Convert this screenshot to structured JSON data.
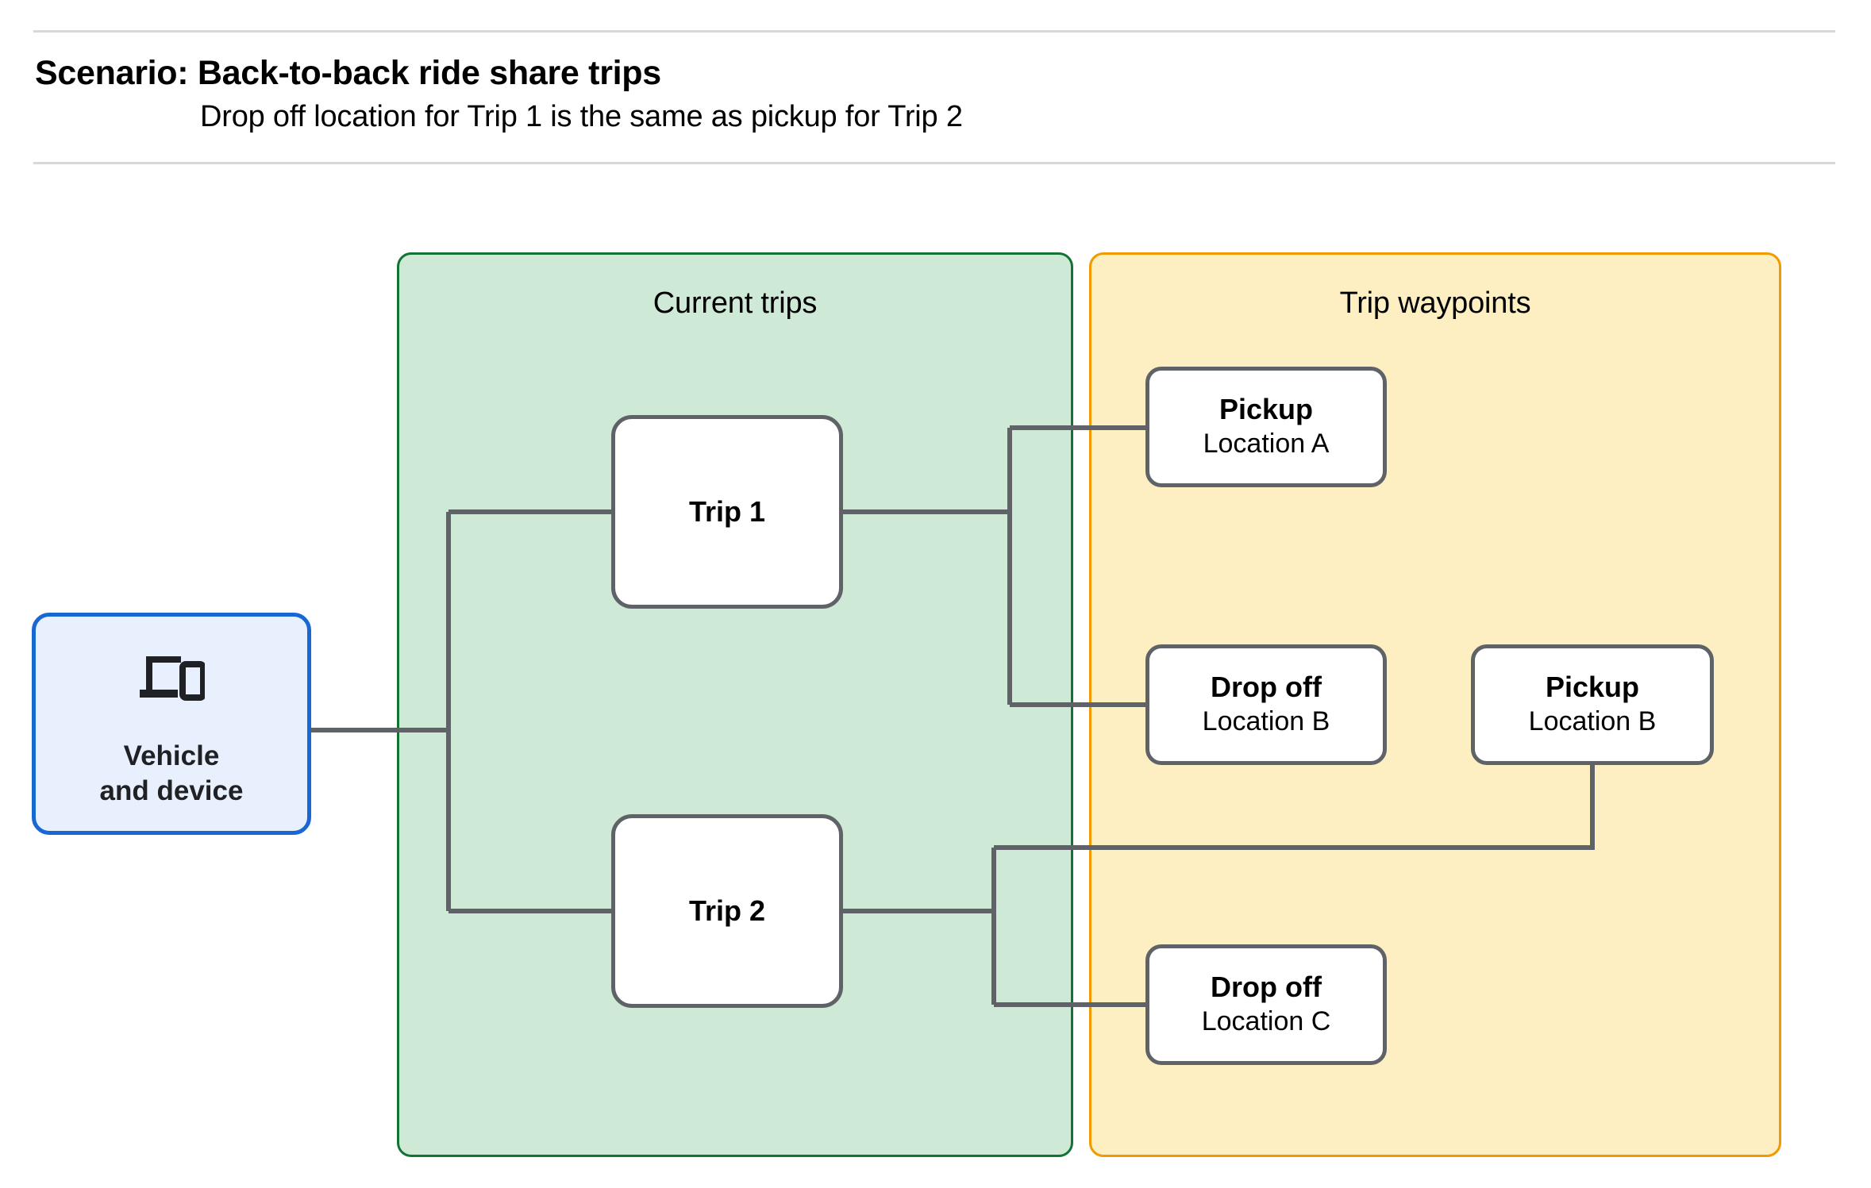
{
  "header": {
    "title": "Scenario: Back-to-back ride share trips",
    "subtitle": "Drop off  location for Trip 1 is the same as pickup for Trip 2"
  },
  "groups": {
    "current_trips": {
      "title": "Current trips",
      "border_color": "#137333",
      "fill_color": "#cee9d6"
    },
    "trip_waypoints": {
      "title": "Trip waypoints",
      "border_color": "#f29900",
      "fill_color": "#feefc3"
    }
  },
  "vehicle": {
    "label": "Vehicle\nand device",
    "icon": "devices-icon",
    "border_color": "#1967d2",
    "fill_color": "#e8f0fe"
  },
  "trips": [
    {
      "label": "Trip 1"
    },
    {
      "label": "Trip 2"
    }
  ],
  "waypoints": [
    {
      "type": "Pickup",
      "location": "Location A"
    },
    {
      "type": "Drop off",
      "location": "Location B"
    },
    {
      "type": "Pickup",
      "location": "Location B"
    },
    {
      "type": "Drop off",
      "location": "Location C"
    }
  ],
  "connector_color": "#5f6368",
  "node_border_color": "#5f6368"
}
